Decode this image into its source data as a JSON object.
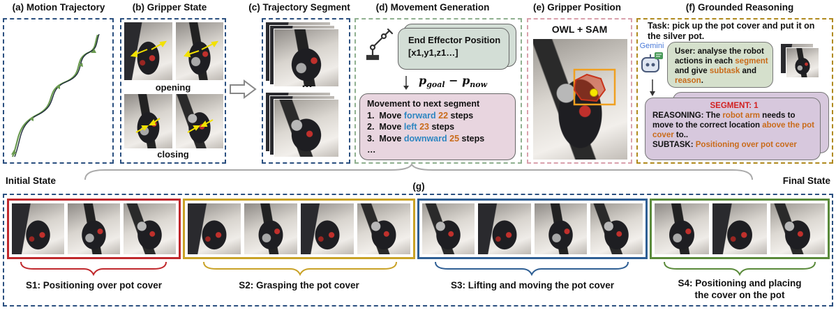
{
  "colors": {
    "navy_dash": "#2a4f7f",
    "green_dash": "#8fb08f",
    "pink_dash": "#d9a0ac",
    "gold_dash": "#b08a1e",
    "s1": "#c0282c",
    "s2": "#c9a227",
    "s3": "#2f5f94",
    "s4": "#5a8a3a",
    "blue_text": "#2e86c1",
    "orange_text": "#c96b1a",
    "red_text": "#d22020",
    "movement_box": "#e8d5df",
    "ee_box": "#d3ded6",
    "reason_box": "#d7c8dd",
    "user_box": "#d5e0cc"
  },
  "panels": {
    "a": {
      "title": "(a) Motion Trajectory"
    },
    "b": {
      "title": "(b) Gripper State",
      "opening": "opening",
      "closing": "closing"
    },
    "c": {
      "title": "(c) Trajectory Segment",
      "ellipsis": "…"
    },
    "d": {
      "title": "(d) Movement Generation",
      "ee_title": "End Effector Position",
      "ee_coords": "[x1,y1,z1…]",
      "formula_main": "p",
      "formula_goal": "goal",
      "formula_minus": "− p",
      "formula_now": "now",
      "movement_title": "Movement to next segment",
      "moves": [
        {
          "num": "1.",
          "verb": "Move",
          "dir": "forward",
          "count": "22",
          "unit": "steps"
        },
        {
          "num": "2.",
          "verb": "Move",
          "dir": "left",
          "count": "23",
          "unit": "steps"
        },
        {
          "num": "3.",
          "verb": "Move",
          "dir": "downward",
          "count": "25",
          "unit": "steps"
        }
      ],
      "more": "…"
    },
    "e": {
      "title": "(e) Gripper Position",
      "label": "OWL + SAM"
    },
    "f": {
      "title": "(f) Grounded Reasoning",
      "task": "Task: pick up the pot cover and put it on the silver pot.",
      "gemini": "Gemini",
      "user_1": "User: analyse the robot actions in each ",
      "user_seg": "segment",
      "user_2": " and give ",
      "user_subtask": "subtask",
      "user_3": " and ",
      "user_reason": "reason",
      "user_4": ".",
      "segment": "SEGMENT: 1",
      "reasoning_1": "REASONING: The ",
      "reasoning_arm": "robot arm",
      "reasoning_2": " needs to move to the correct location ",
      "reasoning_loc": "above the pot cover",
      "reasoning_3": " to..",
      "subtask_label": "SUBTASK: ",
      "subtask_val": "Positioning over pot cover"
    }
  },
  "bottom": {
    "initial": "Initial State",
    "final": "Final State",
    "g": "(g)",
    "segments": [
      {
        "label": "S1: Positioning over pot cover"
      },
      {
        "label": "S2: Grasping the pot cover"
      },
      {
        "label": "S3: Lifting and moving the pot cover"
      },
      {
        "label_1": "S4: Positioning and placing",
        "label_2": "the cover on the pot"
      }
    ]
  }
}
